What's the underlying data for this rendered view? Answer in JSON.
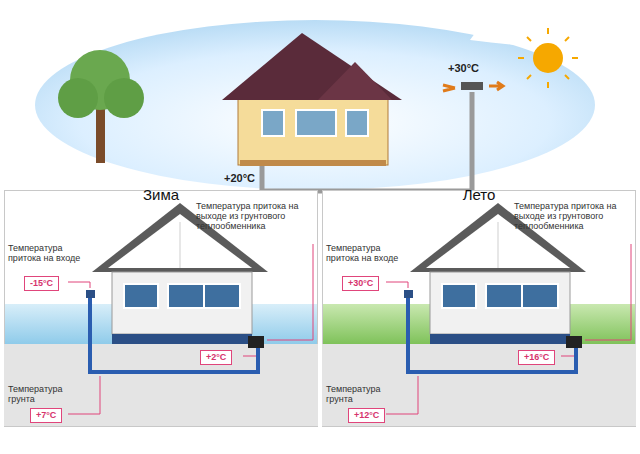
{
  "diagram": {
    "nodes": [
      {
        "text": [
          "Зима"
        ]
      },
      {
        "text": [
          "-15°C"
        ],
        "in": 0
      },
      {
        "text": [
          "+2°C"
        ],
        "in": 0
      },
      {
        "text": [
          "+7°C"
        ],
        "in": 0
      },
      {
        "text": [
          "Лето"
        ]
      },
      {
        "text": [
          "+30°C"
        ],
        "in": 4
      },
      {
        "text": [
          "+16°C"
        ],
        "in": 4
      },
      {
        "text": [
          "+12°C"
        ],
        "in": 4
      }
    ],
    "labels": [
      "+20°C",
      "+30°C",
      "Температура притока на входе",
      "Температура притока на выходе из грунтового теплообменника",
      "Температура грунта",
      "Температура притока на входе",
      "Температура притока на выходе из грунтового теплообменника",
      "Температура грунта"
    ]
  }
}
